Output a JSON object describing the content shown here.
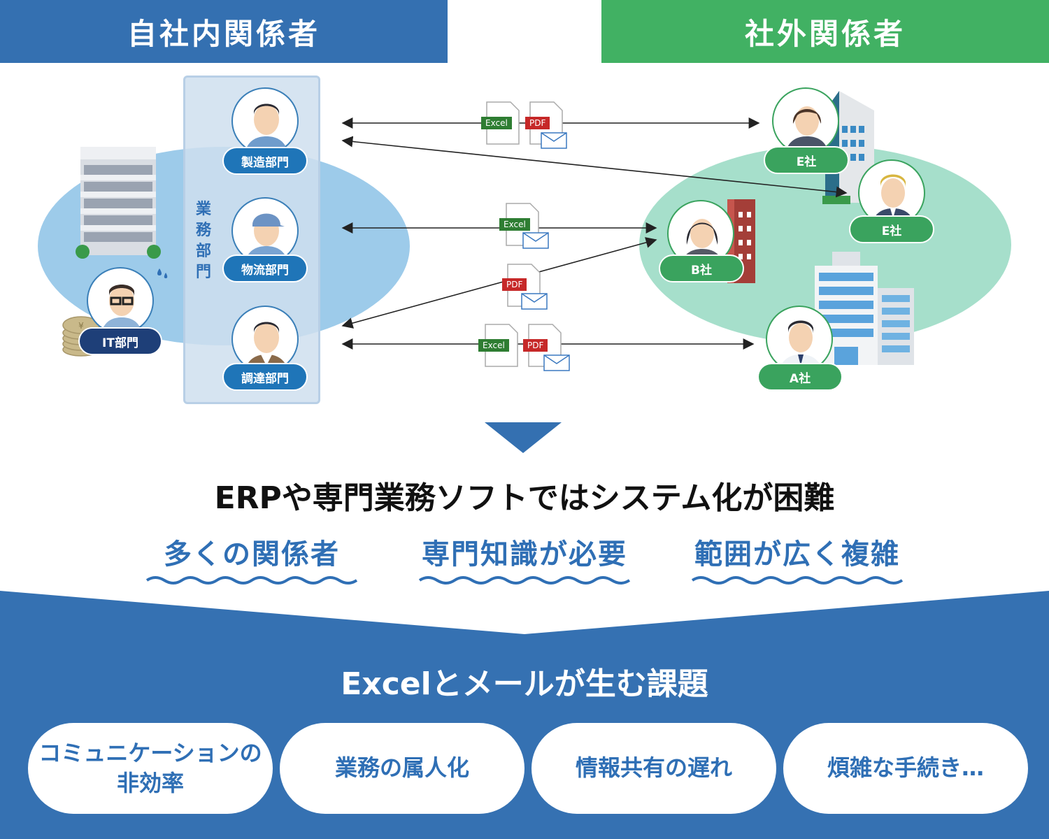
{
  "headers": {
    "internal": "自社内関係者",
    "external": "社外関係者"
  },
  "business_dept_label": "業務部門",
  "internal_people": [
    {
      "label": "製造部門"
    },
    {
      "label": "物流部門"
    },
    {
      "label": "調達部門"
    }
  ],
  "it_dept": {
    "label": "IT部門"
  },
  "external_people": [
    {
      "label": "E社"
    },
    {
      "label": "E社"
    },
    {
      "label": "B社"
    },
    {
      "label": "A社"
    }
  ],
  "file_tags": {
    "excel": "Excel",
    "pdf": "PDF"
  },
  "headline": "ERPや専門業務ソフトではシステム化が困難",
  "categories": [
    "多くの関係者",
    "専門知識が必要",
    "範囲が広く複雑"
  ],
  "issues_title": "Excelとメールが生む課題",
  "issues": [
    "コミュニケーションの\n非効率",
    "業務の属人化",
    "情報共有の遅れ",
    "煩雑な手続き…"
  ],
  "colors": {
    "blue": "#3470b1",
    "green": "#41b163",
    "ellipse_blue": "#9dcbea",
    "ellipse_green": "#a6dfcb",
    "panel": "#cfdfef",
    "bottom_band": "#3571b2"
  }
}
